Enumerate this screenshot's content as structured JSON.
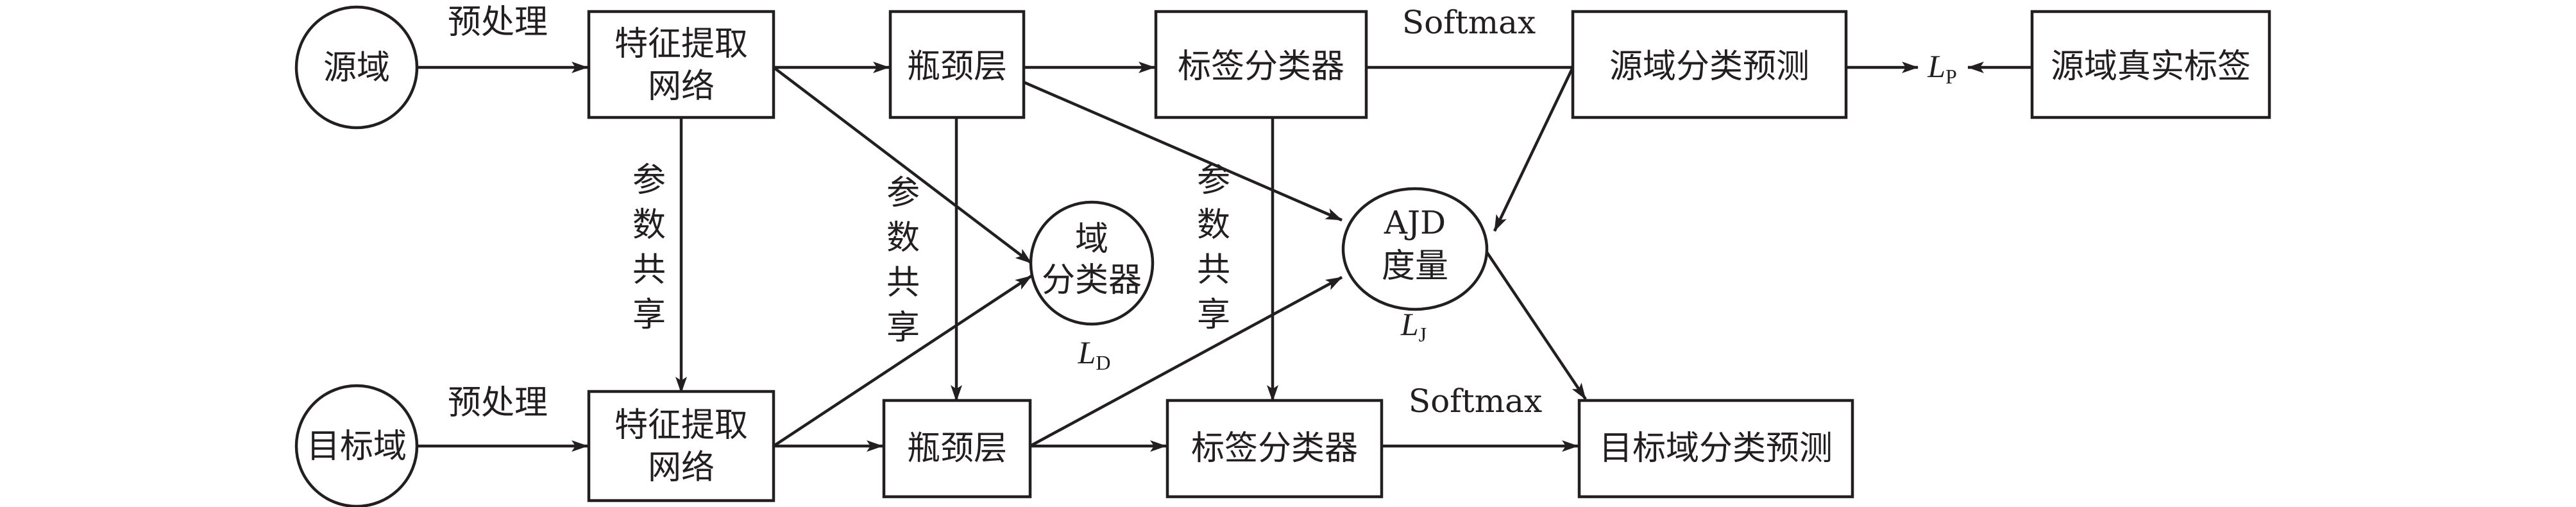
{
  "nodes": {
    "source_domain": "源域",
    "target_domain": "目标域",
    "src_feature_l1": "特征提取",
    "src_feature_l2": "网络",
    "tgt_feature_l1": "特征提取",
    "tgt_feature_l2": "网络",
    "src_bottleneck": "瓶颈层",
    "tgt_bottleneck": "瓶颈层",
    "src_label_classifier": "标签分类器",
    "tgt_label_classifier": "标签分类器",
    "src_prediction": "源域分类预测",
    "tgt_prediction": "目标域分类预测",
    "src_true_label": "源域真实标签",
    "domain_classifier_l1": "域",
    "domain_classifier_l2": "分类器",
    "ajd_l1": "AJD",
    "ajd_l2": "度量"
  },
  "edge_labels": {
    "preprocess_top": "预处理",
    "preprocess_bottom": "预处理",
    "softmax_top": "Softmax",
    "softmax_bottom": "Softmax"
  },
  "shared_params": {
    "left": [
      "参",
      "数",
      "共",
      "享"
    ],
    "middle": [
      "参",
      "数",
      "共",
      "享"
    ],
    "right": [
      "参",
      "数",
      "共",
      "享"
    ]
  },
  "losses": {
    "lp": {
      "main": "L",
      "sub": "P"
    },
    "ld": {
      "main": "L",
      "sub": "D"
    },
    "lj": {
      "main": "L",
      "sub": "J"
    }
  }
}
